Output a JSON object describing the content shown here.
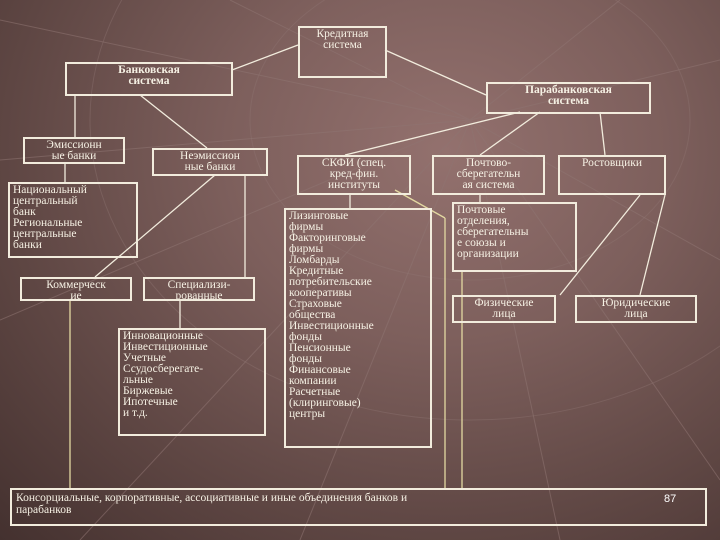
{
  "nodes": {
    "credit_system": "Кредитная\nсистема",
    "banking_system": "Банковская\nсистема",
    "parabanking_system": "Парабанковская\nсистема",
    "emission_banks": "Эмиссионн\nые банки",
    "non_emission_banks": "Неэмиссион\nные банки",
    "central_banks": "Национальный\nцентральный\nбанк\nРегиональные\nцентральные\nбанки",
    "commercial": "Коммерческ\nие",
    "specialized": "Специализи-\nрованные",
    "specialized_types": "Инновационные\nИнвестиционные\nУчетные\nСсудосберегате-\nльные\nБиржевые\nИпотечные\nи т.д.",
    "skfi": "СКФИ (спец.\nкред-фин.\nинституты",
    "skfi_list": "Лизинговые\nфирмы\nФакторинговые\nфирмы\nЛомбарды\nКредитные\nпотребительские\nкооперативы\nСтраховые\nобщества\nИнвестиционные\nфонды\nПенсионные\nфонды\nФинансовые\nкомпании\nРасчетные\n(клиринговые)\nцентры",
    "postal_savings": "Почтово-\nсберегательн\nая система",
    "postal_branches": "Почтовые\nотделения,\nсберегательны\nе союзы и\nорганизации",
    "usurers": "Ростовщики",
    "individuals": "Физические\nлица",
    "legal_entities": "Юридические\nлица",
    "consortium": "Консорциальные, корпоративные, ассоциативные и иные объединения банков и\nпарабанков"
  },
  "page_number": "87",
  "colors": {
    "line": "#f2ecdd",
    "text": "#f6f1e4",
    "bottom_connector": "#e3d9a2"
  }
}
